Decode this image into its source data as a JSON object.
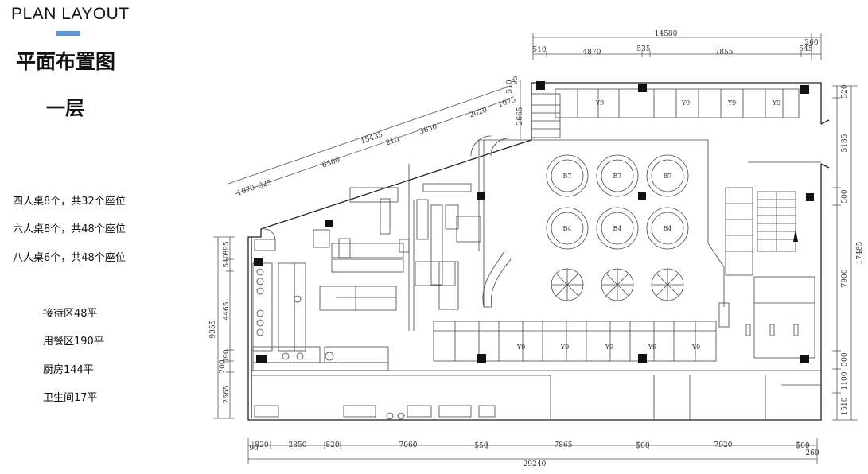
{
  "header": {
    "title_en": "PLAN LAYOUT",
    "title_cn": "平面布置图",
    "floor": "一层",
    "accent_color": "#5b95d6"
  },
  "seating": [
    "四人桌8个，共32个座位",
    "六人桌8个，共48个座位",
    "八人桌6个，共48个座位"
  ],
  "areas": [
    "接待区48平",
    "用餐区190平",
    "厨房144平",
    "卫生间17平"
  ],
  "dims": {
    "top_total": "14580",
    "top_right_small": "260",
    "top_row": [
      "510",
      "4870",
      "535",
      "7855",
      "545"
    ],
    "diag": [
      "1070",
      "925",
      "6500",
      "210",
      "15435",
      "3630",
      "2020",
      "1075"
    ],
    "left_vert": [
      "95",
      "510",
      "2665"
    ],
    "left_col": [
      "540",
      "895",
      "4465",
      "590",
      "200",
      "2665"
    ],
    "left_total": "9355",
    "right_col": [
      "520",
      "5135",
      "500",
      "7900",
      "500",
      "1100",
      "1510"
    ],
    "right_total": "17485",
    "bottom_row": [
      "820",
      "2850",
      "820",
      "7060",
      "550",
      "7865",
      "500",
      "7920",
      "500"
    ],
    "bottom_left_small": "90",
    "bottom_right_small": "260",
    "bottom_total": "29240"
  },
  "labels": {
    "table_y9": "Y9",
    "table_b7": "B7",
    "table_b4": "B4"
  }
}
